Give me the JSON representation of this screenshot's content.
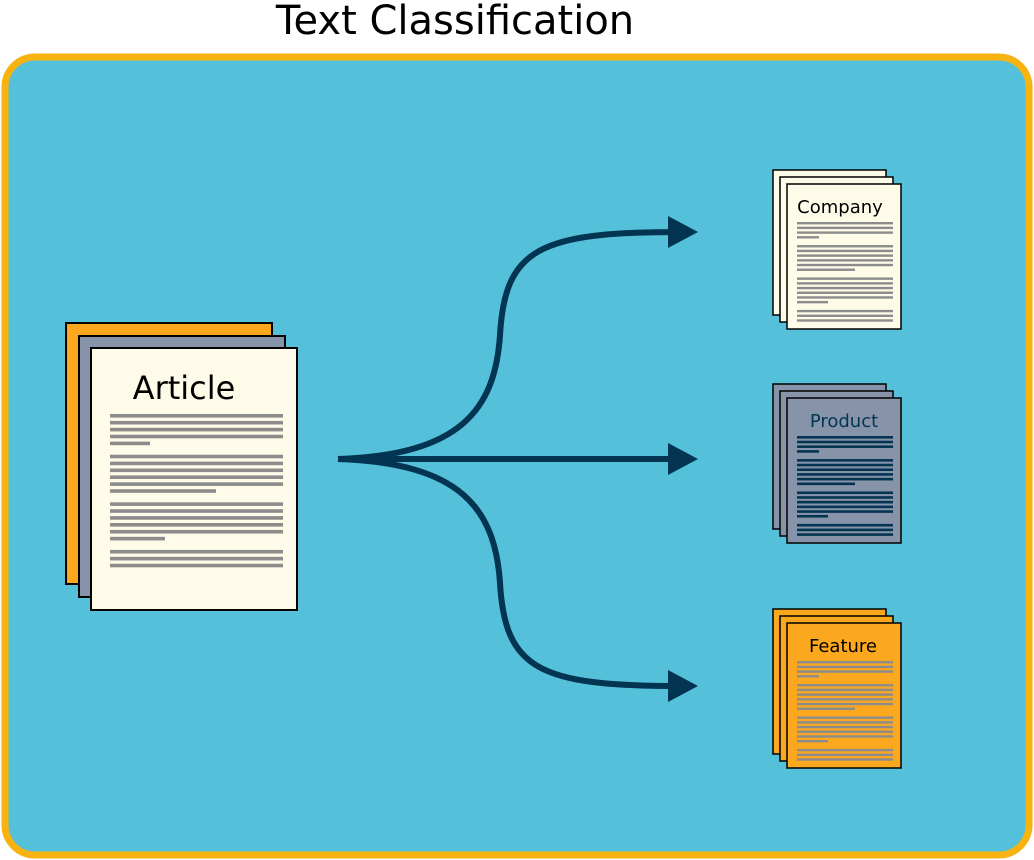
{
  "title": "Text Classification",
  "input_document": {
    "label": "Article"
  },
  "output_documents": [
    {
      "label": "Company"
    },
    {
      "label": "Product"
    },
    {
      "label": "Feature"
    }
  ],
  "colors": {
    "frame_fill": "#55c0d9",
    "frame_border": "#f9b310",
    "arrow": "#033452",
    "paper": "#fefbe9",
    "slate": "#8793a9",
    "orange": "#fca81f",
    "text_line": "#8c8c8c",
    "dark_text_line": "#033452"
  },
  "icons": [
    "document-stack-icon",
    "arrow-icon"
  ]
}
